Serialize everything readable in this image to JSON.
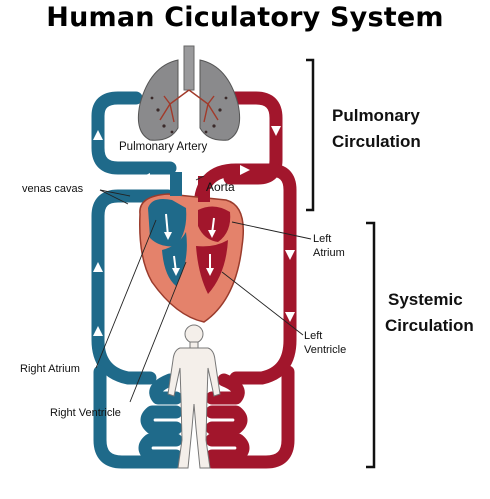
{
  "title": "Human Ciculatory System",
  "sections": {
    "pulmonary": [
      "Pulmonary",
      "Circulation"
    ],
    "systemic": [
      "Systemic",
      "Circulation"
    ]
  },
  "labels": {
    "pulmonary_artery": "Pulmonary Artery",
    "aorta": "Aorta",
    "venas_cavas": "venas cavas",
    "left_atrium": [
      "Left",
      "Atrium"
    ],
    "left_ventricle": [
      "Left",
      "Ventricle"
    ],
    "right_atrium": "Right Atrium",
    "right_ventricle": "Right Ventricle"
  },
  "colors": {
    "deoxygenated": "#1f6a8a",
    "oxygenated": "#a2162c",
    "heart": "#e4826b",
    "lungs": "#8a8a8c",
    "bracket": "#111111"
  }
}
